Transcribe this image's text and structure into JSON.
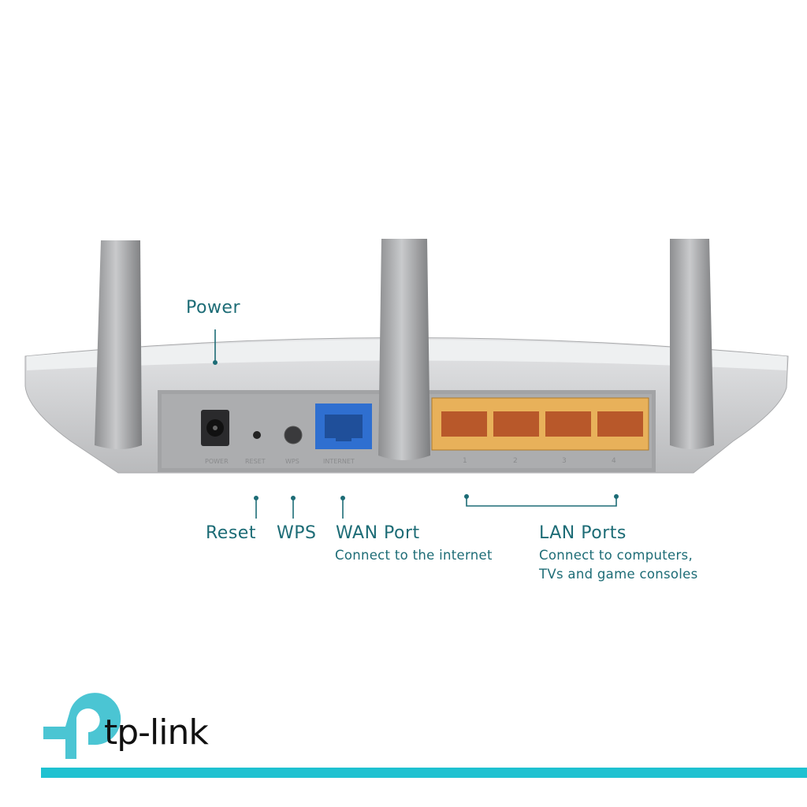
{
  "callouts": {
    "power": "Power",
    "reset": "Reset",
    "wps": "WPS",
    "wan": {
      "title": "WAN Port",
      "desc": "Connect to the internet"
    },
    "lan": {
      "title": "LAN Ports",
      "desc_line1": "Connect to computers,",
      "desc_line2": "TVs and game consoles"
    }
  },
  "panel_labels": {
    "power": "POWER",
    "reset": "RESET",
    "wps": "WPS",
    "internet": "INTERNET",
    "lan": [
      "1",
      "2",
      "3",
      "4"
    ]
  },
  "brand": {
    "name": "tp-link"
  },
  "colors": {
    "callout": "#1d6c76",
    "brand_teal": "#4bc5d3",
    "bar": "#1fc1d1",
    "wan_port": "#2f6fd0",
    "lan_ports": "#e8b15a"
  }
}
